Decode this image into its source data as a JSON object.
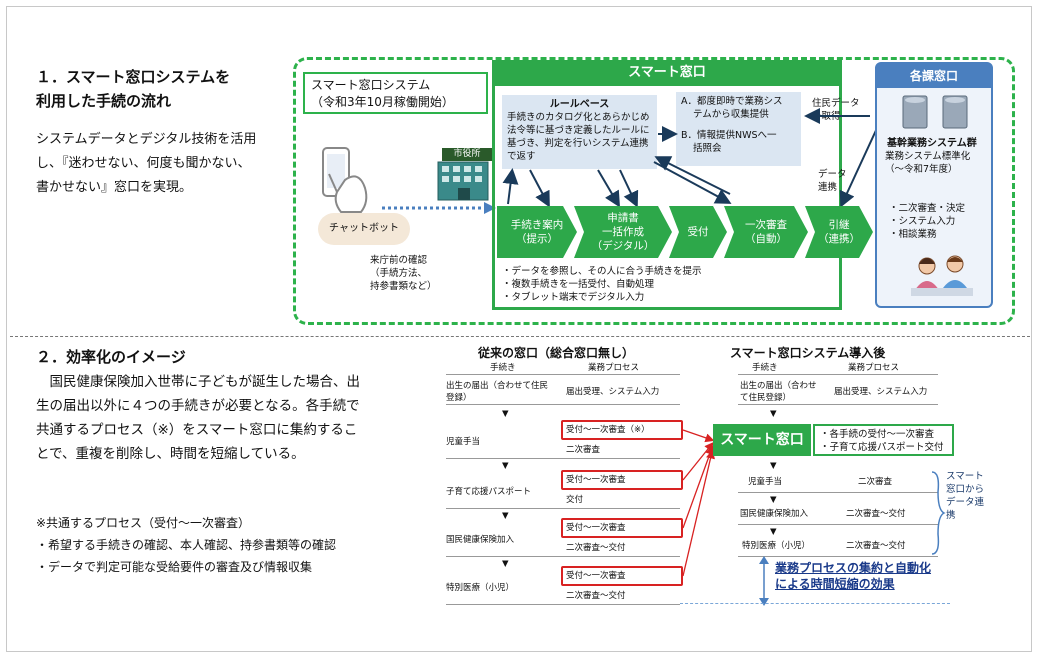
{
  "section1": {
    "title_line1": "１．スマート窓口システムを",
    "title_line2": "利用した手続の流れ",
    "desc_line1": "システムデータとデジタル技術を活用",
    "desc_line2": "し、『迷わせない、何度も聞かない、",
    "desc_line3": "書かせない』窓口を実現。"
  },
  "diagram1": {
    "system_name": "スマート窓口システム",
    "system_date": "（令和3年10月稼働開始）",
    "smart_window": "スマート窓口",
    "city_hall_sign": "市役所",
    "chatbot": "チャットボット",
    "pre_visit_line1": "来庁前の確認",
    "pre_visit_line2": "（手続方法、",
    "pre_visit_line3": "持参書類など）",
    "rulebase_title": "ルールベース",
    "rulebase_text": "手続きのカタログ化とあらかじめ法令等に基づき定義したルールに基づき、判定を行いシステム連携で返す",
    "a_line1": "A．都度即時で業務シス",
    "a_line2": "テムから収集提供",
    "b_line1": "B．情報提供NWSへ一",
    "b_line2": "括照会",
    "resident_data_line1": "住民データ",
    "resident_data_line2": "を取得",
    "data_link_line1": "データ",
    "data_link_line2": "連携",
    "steps": [
      {
        "l1": "手続き案内",
        "l2": "（提示）",
        "l3": ""
      },
      {
        "l1": "申請書",
        "l2": "一括作成",
        "l3": "（デジタル）"
      },
      {
        "l1": "受付",
        "l2": "",
        "l3": ""
      },
      {
        "l1": "一次審査",
        "l2": "（自動）",
        "l3": ""
      },
      {
        "l1": "引継",
        "l2": "（連携）",
        "l3": ""
      }
    ],
    "bullets": [
      "・データを参照し、その人に合う手続きを提示",
      "・複数手続きを一括受付、自動処理",
      "・タブレット端末でデジタル入力"
    ],
    "dept": {
      "title": "各課窓口",
      "core_system": "基幹業務システム群",
      "std_line1": "業務システム標準化",
      "std_line2": "（～令和7年度）",
      "items": [
        "・二次審査・決定",
        "・システム入力",
        "・相談業務"
      ]
    }
  },
  "section2": {
    "title": "２．効率化のイメージ",
    "para": [
      "　国民健康保険加入世帯に子どもが誕生した場合、出",
      "生の届出以外に４つの手続きが必要となる。各手続で",
      "共通するプロセス（※）をスマート窓口に集約するこ",
      "とで、重複を削除し、時間を短縮している。"
    ],
    "note_title": "※共通するプロセス（受付～一次審査）",
    "note_items": [
      "・希望する手続きの確認、本人確認、持参書類等の確認",
      "・データで判定可能な受給要件の審査及び情報収集"
    ]
  },
  "before": {
    "title": "従来の窓口（総合窓口無し）",
    "col1": "手続き",
    "col2": "業務プロセス",
    "rows": [
      {
        "proc": "出生の届出（合わせて住民登録）",
        "steps": [
          "届出受理、システム入力"
        ]
      },
      {
        "proc": "児童手当",
        "steps": [
          "受付～一次審査（※）",
          "二次審査"
        ]
      },
      {
        "proc": "子育て応援パスポート",
        "steps": [
          "受付～一次審査",
          "交付"
        ]
      },
      {
        "proc": "国民健康保険加入",
        "steps": [
          "受付～一次審査",
          "二次審査～交付"
        ]
      },
      {
        "proc": "特別医療（小児）",
        "steps": [
          "受付～一次審査",
          "二次審査～交付"
        ]
      }
    ],
    "arrow": "▼"
  },
  "after": {
    "title": "スマート窓口システム導入後",
    "col1": "手続き",
    "col2": "業務プロセス",
    "first_proc": "出生の届出（合わせて住民登録）",
    "first_step": "届出受理、システム入力",
    "smart_window": "スマート窓口",
    "smart_items": [
      "・各手続の受付～一次審査",
      "・子育て応援パスポート交付"
    ],
    "rows": [
      {
        "proc": "児童手当",
        "step": "二次審査"
      },
      {
        "proc": "国民健康保険加入",
        "step": "二次審査～交付"
      },
      {
        "proc": "特別医療（小児）",
        "step": "二次審査～交付"
      }
    ],
    "data_link": [
      "スマート",
      "窓口から",
      "データ連",
      "携"
    ],
    "effect_line1": "業務プロセスの集約と自動化",
    "effect_line2": "による時間短縮の効果"
  },
  "colors": {
    "green": "#2da84a",
    "blue": "#4a7fbf",
    "red": "#d82222",
    "light_blue": "#dbe6f2"
  }
}
